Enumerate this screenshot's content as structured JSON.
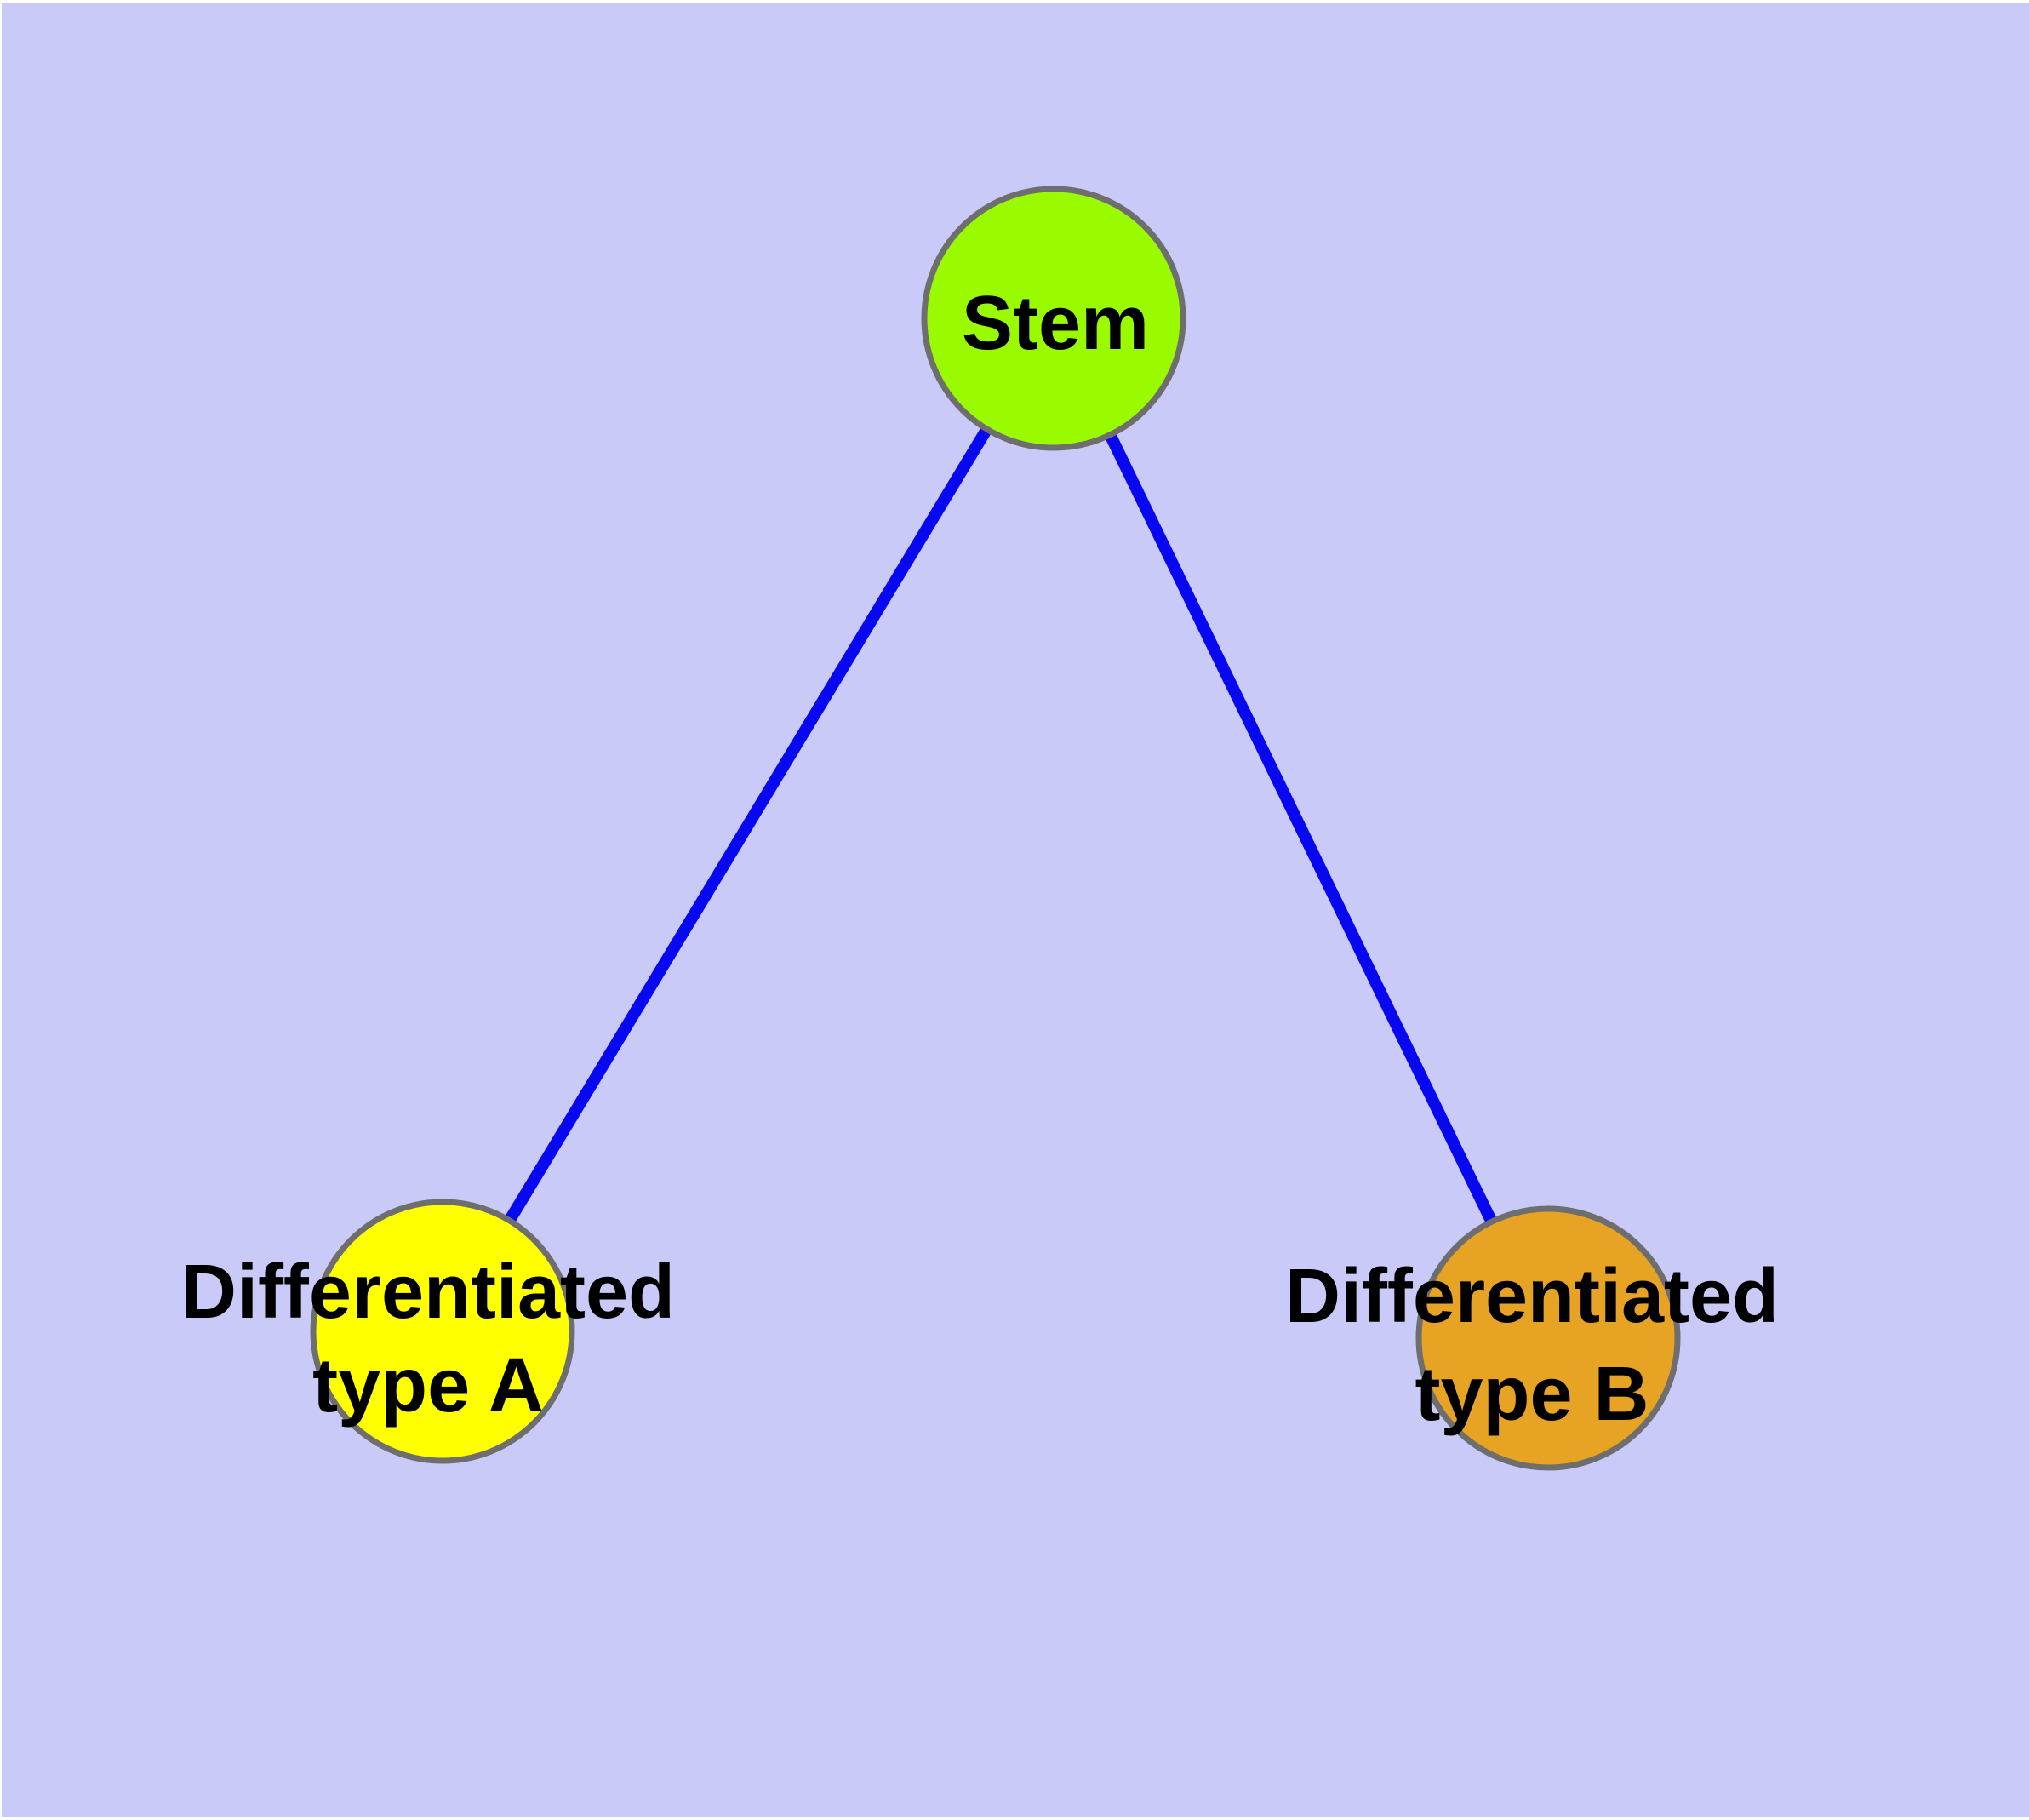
{
  "figure": {
    "background_color": "#CACAF9",
    "frame_color": "#FFFFFF",
    "text_color": "#000000"
  },
  "graph": {
    "type": "node-link-diagram",
    "description": "Stem cell differentiation tree: one stem node with two differentiated child types",
    "nodes": [
      {
        "id": "stem",
        "label": "Stem",
        "lines": [
          "Stem"
        ],
        "fill": "#9AFA00",
        "stroke": "#6E6E6E"
      },
      {
        "id": "differentiated-type-a",
        "label": "Differentiated type A",
        "lines": [
          "Differentiated",
          "type A"
        ],
        "fill": "#FFFF00",
        "stroke": "#6E6E6E"
      },
      {
        "id": "differentiated-type-b",
        "label": "Differentiated type B",
        "lines": [
          "Differentiated",
          "type B"
        ],
        "fill": "#E6A324",
        "stroke": "#6E6E6E"
      }
    ],
    "edges": [
      {
        "from": "stem",
        "to": "differentiated-type-a",
        "color": "#0808F0"
      },
      {
        "from": "stem",
        "to": "differentiated-type-b",
        "color": "#0808F0"
      }
    ]
  }
}
